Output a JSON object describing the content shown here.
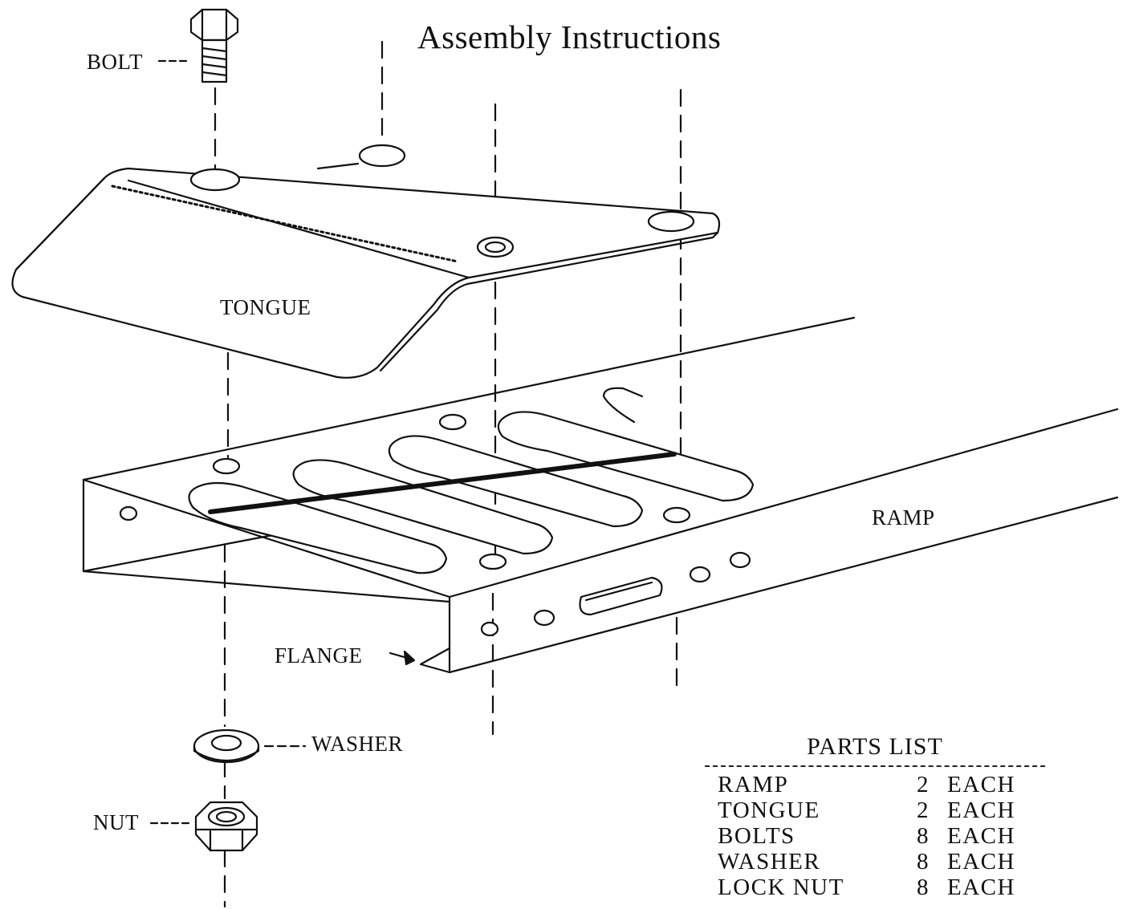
{
  "title": "Assembly Instructions",
  "labels": {
    "bolt": "BOLT",
    "tongue": "TONGUE",
    "ramp": "RAMP",
    "flange": "FLANGE",
    "washer": "WASHER",
    "nut": "NUT"
  },
  "parts_list": {
    "heading": "PARTS LIST",
    "rows": [
      {
        "name": "RAMP",
        "qty": "2",
        "unit": "EACH"
      },
      {
        "name": "TONGUE",
        "qty": "2",
        "unit": "EACH"
      },
      {
        "name": "BOLTS",
        "qty": "8",
        "unit": "EACH"
      },
      {
        "name": "WASHER",
        "qty": "8",
        "unit": "EACH"
      },
      {
        "name": "LOCK NUT",
        "qty": "8",
        "unit": "EACH"
      }
    ]
  },
  "colors": {
    "ink": "#111111",
    "paper": "#ffffff"
  }
}
